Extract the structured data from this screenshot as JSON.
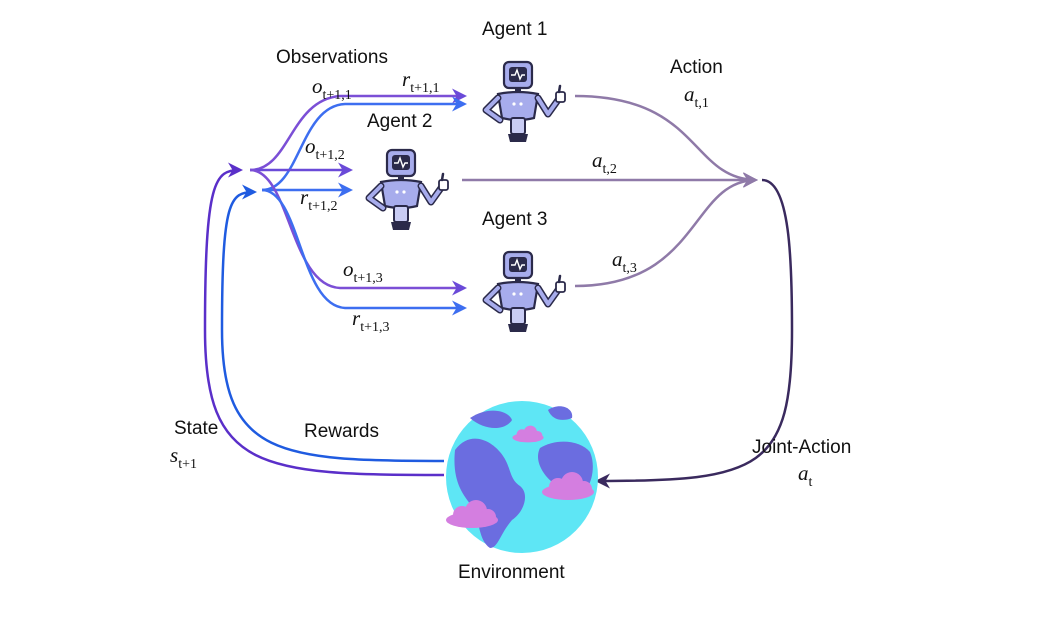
{
  "labels": {
    "observations": "Observations",
    "agent1": "Agent 1",
    "agent2": "Agent 2",
    "agent3": "Agent 3",
    "action": "Action",
    "joint_action": "Joint-Action",
    "state": "State",
    "rewards": "Rewards",
    "environment": "Environment"
  },
  "math": {
    "o11": {
      "base": "o",
      "sub": "t+1,1"
    },
    "r11": {
      "base": "r",
      "sub": "t+1,1"
    },
    "o12": {
      "base": "o",
      "sub": "t+1,2"
    },
    "r12": {
      "base": "r",
      "sub": "t+1,2"
    },
    "o13": {
      "base": "o",
      "sub": "t+1,3"
    },
    "r13": {
      "base": "r",
      "sub": "t+1,3"
    },
    "a1": {
      "base": "a",
      "sub": "t,1"
    },
    "a2": {
      "base": "a",
      "sub": "t,2"
    },
    "a3": {
      "base": "a",
      "sub": "t,3"
    },
    "at": {
      "base": "a",
      "sub": "t"
    },
    "st": {
      "base": "s",
      "sub": "t+1"
    }
  },
  "colors": {
    "state_arrow": "#5a2fc9",
    "reward_arrow": "#1f5be0",
    "observation_arrow": "#6a4ad8",
    "action_arrow": "#8f7aa8",
    "joint_arrow": "#3a2a5e",
    "robot_body": "#a7acec",
    "robot_dark": "#2b2a4a",
    "globe_ocean": "#5ee6f5",
    "globe_land": "#6b6de0",
    "cloud": "#d47ee0"
  },
  "icons": {
    "agent": "robot-icon",
    "environment": "globe-icon"
  }
}
